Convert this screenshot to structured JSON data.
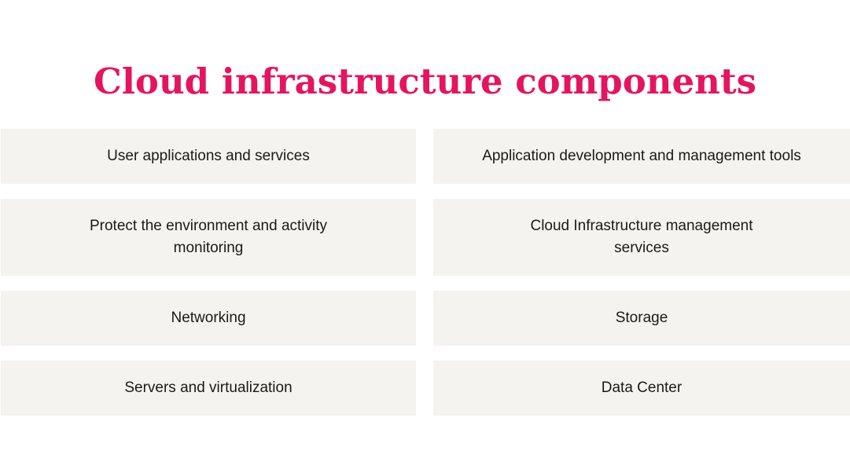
{
  "title": "Cloud infrastructure components",
  "components": {
    "left": [
      "User applications and services",
      "Protect the environment and activity monitoring",
      "Networking",
      "Servers and virtualization"
    ],
    "right": [
      "Application development and management tools",
      "Cloud Infrastructure management services",
      "Storage",
      "Data Center"
    ]
  },
  "colors": {
    "title": "#e4155f",
    "box_background": "#f4f3ef",
    "text": "#1a1a1a"
  }
}
